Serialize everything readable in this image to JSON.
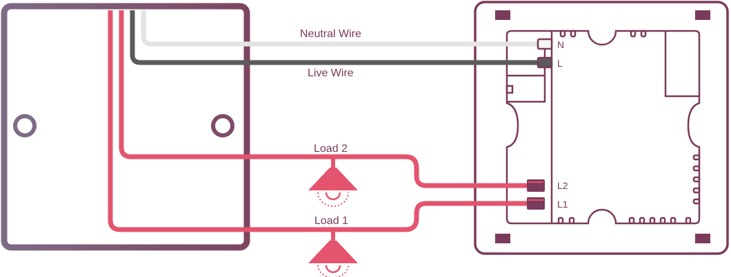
{
  "wires": {
    "neutral": {
      "label": "Neutral Wire",
      "color": "#e6e6e6"
    },
    "live": {
      "label": "Live Wire",
      "color": "#5b5b5b"
    },
    "load2": {
      "label": "Load 2",
      "color": "#e5546e"
    },
    "load1": {
      "label": "Load 1",
      "color": "#e5546e"
    }
  },
  "terminals": {
    "n": "N",
    "l": "L",
    "l2": "L2",
    "l1": "L1"
  },
  "colors": {
    "box_gradient_start": "#7e6b86",
    "box_gradient_end": "#7d4560",
    "module": "#7a3a5a",
    "lamp": "#e5546e"
  },
  "icons": {
    "lamp": "ceiling-lamp-icon",
    "screw_hole": "screw-hole-icon"
  }
}
